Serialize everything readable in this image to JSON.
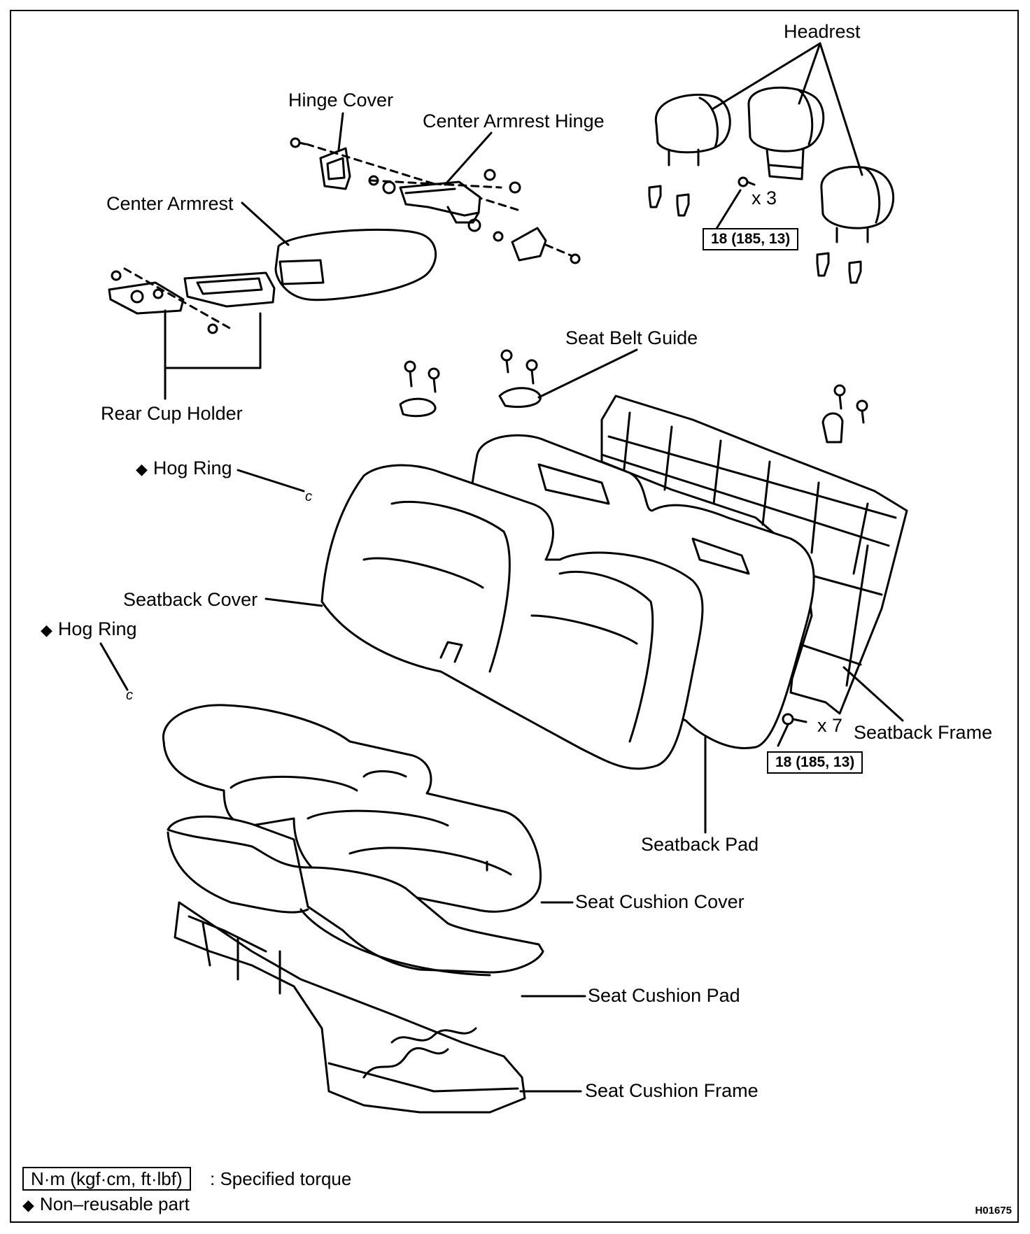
{
  "labels": {
    "headrest": "Headrest",
    "hinge_cover": "Hinge Cover",
    "center_armrest_hinge": "Center Armrest Hinge",
    "center_armrest": "Center Armrest",
    "rear_cup_holder": "Rear Cup Holder",
    "seat_belt_guide": "Seat Belt Guide",
    "hog_ring": "Hog Ring",
    "seatback_cover": "Seatback Cover",
    "seatback_frame": "Seatback Frame",
    "seatback_pad": "Seatback Pad",
    "seat_cushion_cover": "Seat Cushion Cover",
    "seat_cushion_pad": "Seat Cushion Pad",
    "seat_cushion_frame": "Seat Cushion Frame"
  },
  "quantities": {
    "headrest_bolts": "x 3",
    "frame_bolts": "x 7"
  },
  "torque_values": {
    "headrest": "18 (185, 13)",
    "seatback_frame": "18 (185, 13)"
  },
  "legend": {
    "torque_unit": "N·m (kgf·cm, ft·lbf)",
    "torque_desc": ": Specified torque",
    "non_reusable": "Non–reusable part",
    "diamond": "◆"
  },
  "figure_code": "H01675"
}
